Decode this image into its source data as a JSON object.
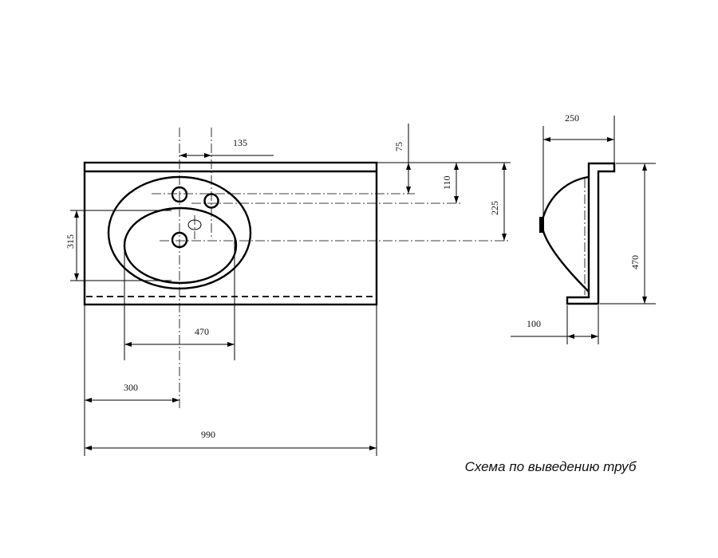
{
  "dimensions": {
    "d135": "135",
    "d75": "75",
    "d110": "110",
    "d225": "225",
    "d315": "315",
    "d470_width": "470",
    "d300": "300",
    "d990": "990",
    "d250": "250",
    "d470_height": "470",
    "d100": "100"
  },
  "caption": "Схема по выведению труб"
}
